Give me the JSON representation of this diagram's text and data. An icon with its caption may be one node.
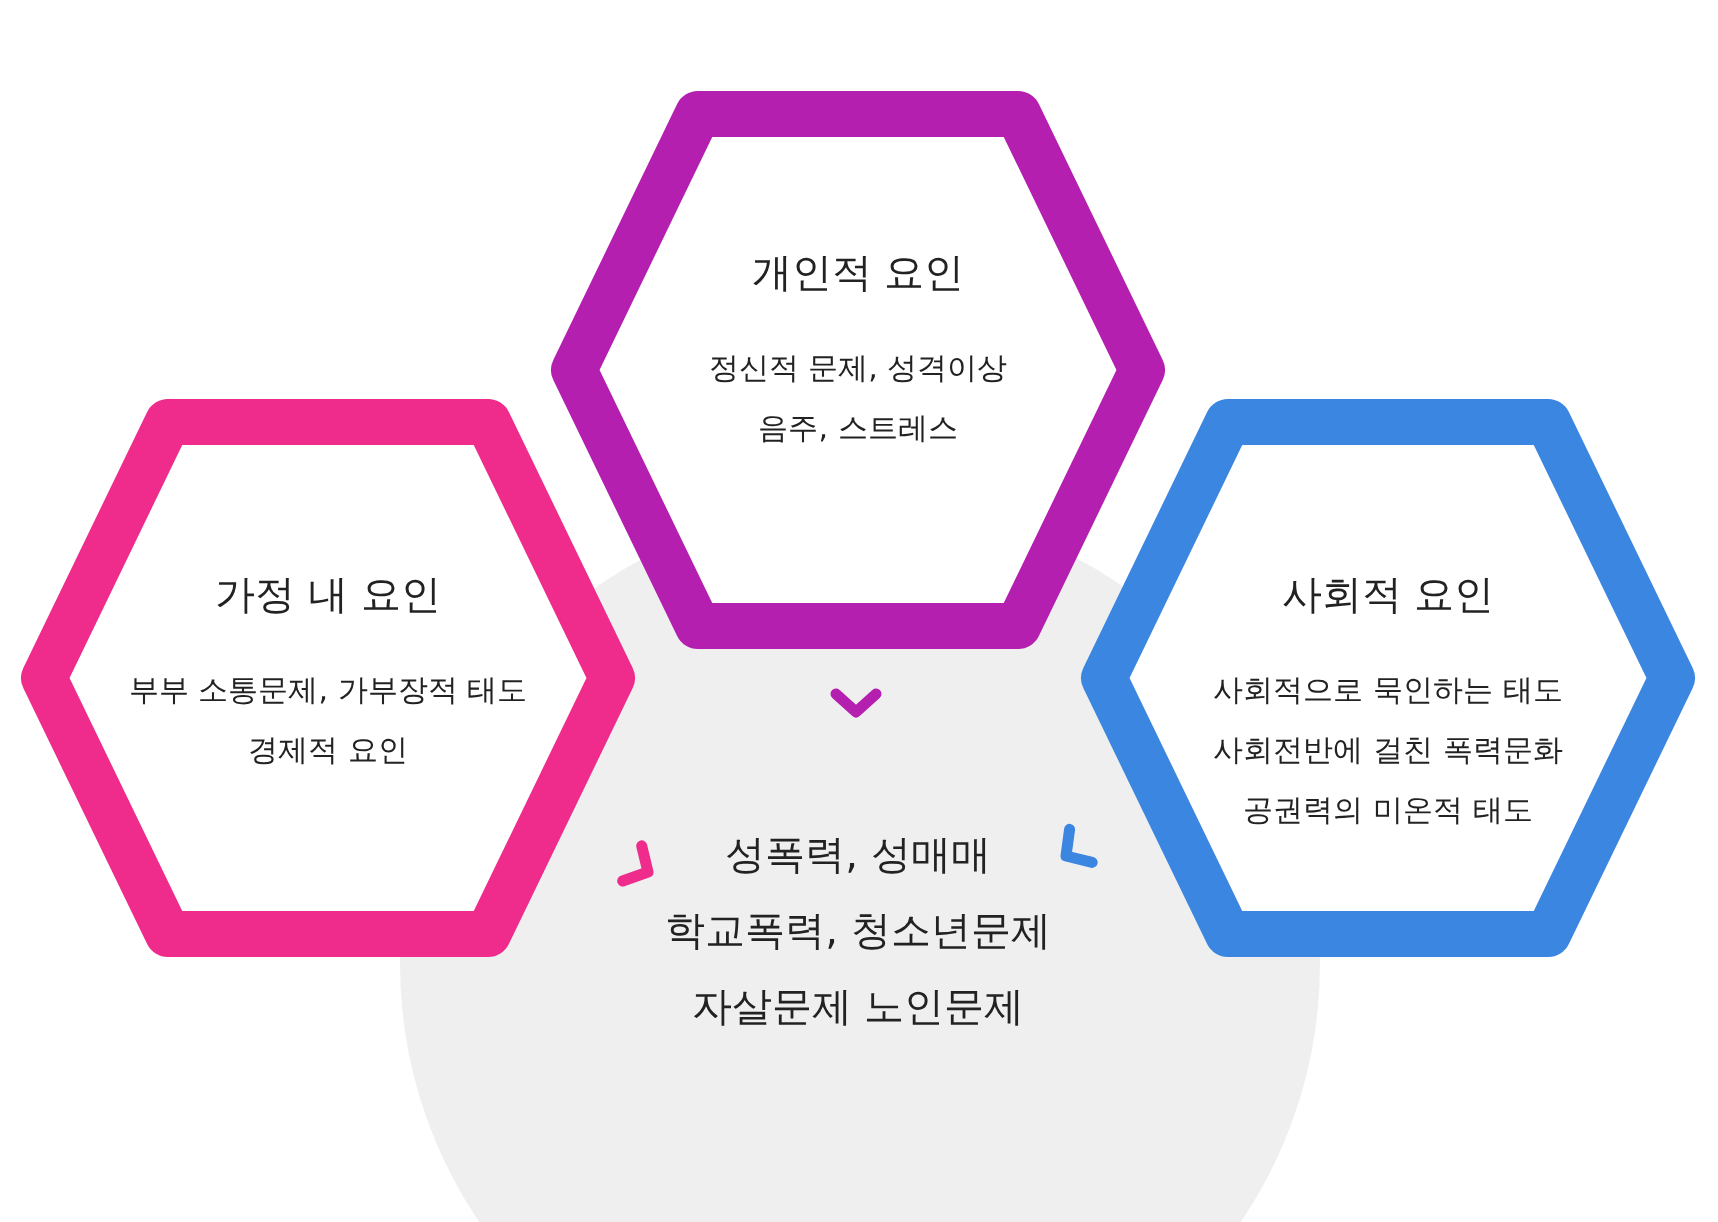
{
  "diagram": {
    "nodes": [
      {
        "text": [
          "개인적 요인",
          "정신적 문제, 성격이상",
          "음주, 스트레스"
        ]
      },
      {
        "text": [
          "가정 내 요인",
          "부부 소통문제, 가부장적 태도",
          "경제적 요인"
        ]
      },
      {
        "text": [
          "사회적 요인",
          "사회적으로 묵인하는 태도",
          "사회전반에 걸친 폭력문화",
          "공권력의 미온적 태도"
        ]
      },
      {
        "text": [
          "성폭력, 성매매",
          "학교폭력, 청소년문제",
          "자살문제 노인문제"
        ]
      }
    ]
  }
}
